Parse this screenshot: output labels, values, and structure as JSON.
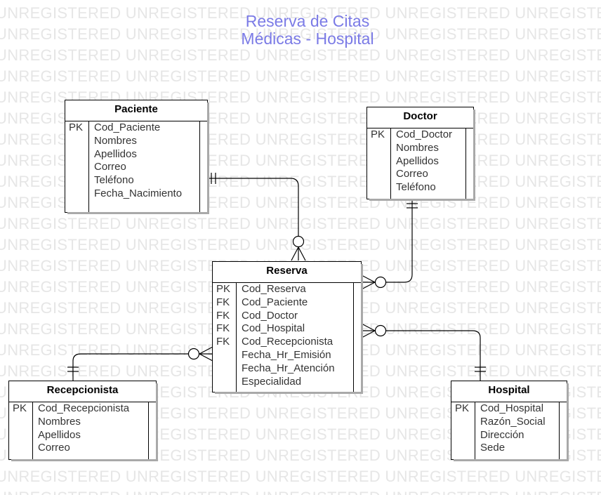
{
  "diagram": {
    "title_line1": "Reserva de Citas",
    "title_line2": "Médicas - Hospital",
    "title_color": "#7b7be6",
    "watermark_text": "UNREGISTERED",
    "watermark_color": "#e6e6e6"
  },
  "entities": {
    "paciente": {
      "name": "Paciente",
      "keys": [
        "PK",
        "",
        "",
        "",
        "",
        ""
      ],
      "attributes": [
        "Cod_Paciente",
        "Nombres",
        "Apellidos",
        "Correo",
        "Teléfono",
        "Fecha_Nacimiento"
      ]
    },
    "doctor": {
      "name": "Doctor",
      "keys": [
        "PK",
        "",
        "",
        "",
        ""
      ],
      "attributes": [
        "Cod_Doctor",
        "Nombres",
        "Apellidos",
        "Correo",
        "Teléfono"
      ]
    },
    "reserva": {
      "name": "Reserva",
      "keys": [
        "PK",
        "FK",
        "FK",
        "FK",
        "FK",
        "",
        "",
        ""
      ],
      "attributes": [
        "Cod_Reserva",
        "Cod_Paciente",
        "Cod_Doctor",
        "Cod_Hospital",
        "Cod_Recepcionista",
        "Fecha_Hr_Emisión",
        "Fecha_Hr_Atención",
        "Especialidad"
      ]
    },
    "recepcionista": {
      "name": "Recepcionista",
      "keys": [
        "PK",
        "",
        "",
        ""
      ],
      "attributes": [
        "Cod_Recepcionista",
        "Nombres",
        "Apellidos",
        "Correo"
      ]
    },
    "hospital": {
      "name": "Hospital",
      "keys": [
        "PK",
        "",
        "",
        ""
      ],
      "attributes": [
        "Cod_Hospital",
        "Razón_Social",
        "Dirección",
        "Sede"
      ]
    }
  },
  "relationships": [
    {
      "from": "Paciente",
      "to": "Reserva",
      "from_cardinality": "one-and-only-one",
      "to_cardinality": "zero-or-many"
    },
    {
      "from": "Doctor",
      "to": "Reserva",
      "from_cardinality": "one-and-only-one",
      "to_cardinality": "zero-or-many"
    },
    {
      "from": "Hospital",
      "to": "Reserva",
      "from_cardinality": "one-and-only-one",
      "to_cardinality": "zero-or-many"
    },
    {
      "from": "Recepcionista",
      "to": "Reserva",
      "from_cardinality": "one-and-only-one",
      "to_cardinality": "zero-or-many"
    }
  ]
}
